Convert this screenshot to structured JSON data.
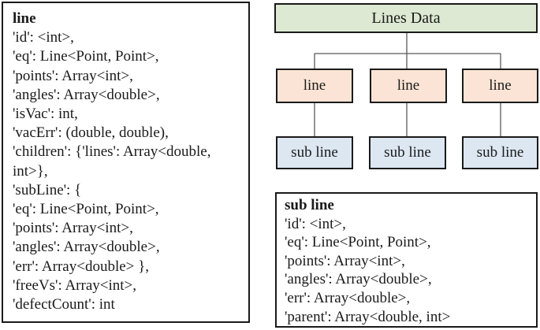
{
  "line_struct": {
    "title": "line",
    "lines": [
      "'id': <int>,",
      "'eq': Line<Point, Point>,",
      "'points': Array<int>,",
      "'angles': Array<double>,",
      "'isVac': int,",
      "'vacErr': (double, double),",
      "'children': {'lines': Array<double,",
      "int>},",
      "'subLine': {",
      "'eq': Line<Point, Point>,",
      "'points': Array<int>,",
      "'angles': Array<double>,",
      "'err': Array<double> },",
      "'freeVs': Array<int>,",
      "'defectCount': int"
    ]
  },
  "subline_struct": {
    "title": "sub line",
    "lines": [
      "'id': <int>,",
      "'eq': Line<Point, Point>,",
      "'points': Array<int>,",
      "'angles': Array<double>,",
      "'err': Array<double>,",
      "'parent': Array<double, int>"
    ]
  },
  "tree": {
    "root": "Lines Data",
    "line_nodes": [
      "line",
      "line",
      "line"
    ],
    "subline_nodes": [
      "sub line",
      "sub line",
      "sub line"
    ]
  },
  "colors": {
    "root_fill": "#dde9d2",
    "line_fill": "#fbe4d5",
    "subline_fill": "#dce7f2",
    "box_border": "#1a1a1a",
    "connector": "#595959"
  }
}
